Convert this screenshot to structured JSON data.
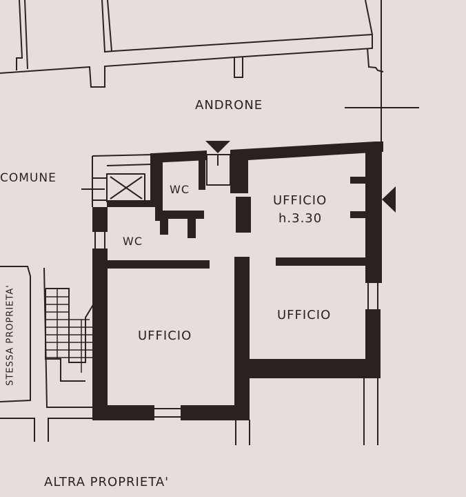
{
  "drawing": {
    "type": "floor plan",
    "colors": {
      "paper": "#e6dedd",
      "ink": "#2a2220",
      "wall": "#2b211f"
    }
  },
  "labels": {
    "androne": "ANDRONE",
    "comune": "COMUNE",
    "wc_upper": "WC",
    "wc_lower": "WC",
    "ufficio_main": "UFFICIO",
    "ufficio_height": "h.3.30",
    "ufficio_right": "UFFICIO",
    "ufficio_left": "UFFICIO",
    "stessa_proprieta": "STESSA PROPRIETA'",
    "altra_proprieta": "ALTRA PROPRIETA'"
  },
  "symbols": [
    {
      "name": "entrance-arrow-top",
      "direction": "down"
    },
    {
      "name": "entrance-arrow-right",
      "direction": "left"
    }
  ]
}
